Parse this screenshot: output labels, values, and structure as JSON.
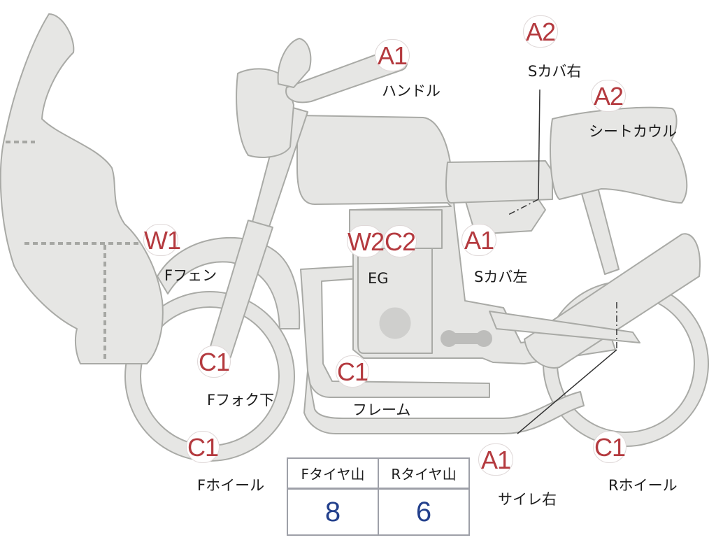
{
  "markers": {
    "handle": "A1",
    "seat_cover_right": "A2",
    "seat_cowl": "A2",
    "front_fender": "W1",
    "engine_w": "W2",
    "engine_c": "C2",
    "seat_cover_left": "A1",
    "front_fork_lower": "C1",
    "frame": "C1",
    "front_wheel": "C1",
    "silencer_right": "A1",
    "rear_wheel": "C1"
  },
  "labels": {
    "handle": "ハンドル",
    "seat_cover_right": "Sカバ右",
    "seat_cowl": "シートカウル",
    "front_fender": "Fフェン",
    "engine": "EG",
    "seat_cover_left": "Sカバ左",
    "front_fork_lower": "Fフォク下",
    "frame": "フレーム",
    "front_wheel": "Fホイール",
    "silencer_right": "サイレ右",
    "rear_wheel": "Rホイール"
  },
  "tire_tread": {
    "headers": [
      "Fタイヤ山",
      "Rタイヤ山"
    ],
    "values": [
      "8",
      "6"
    ]
  },
  "colors": {
    "marker_text": "#b43a3f",
    "value_text": "#23408c",
    "bike_fill": "#e6e6e4",
    "bike_outline": "#a9aaa6"
  }
}
